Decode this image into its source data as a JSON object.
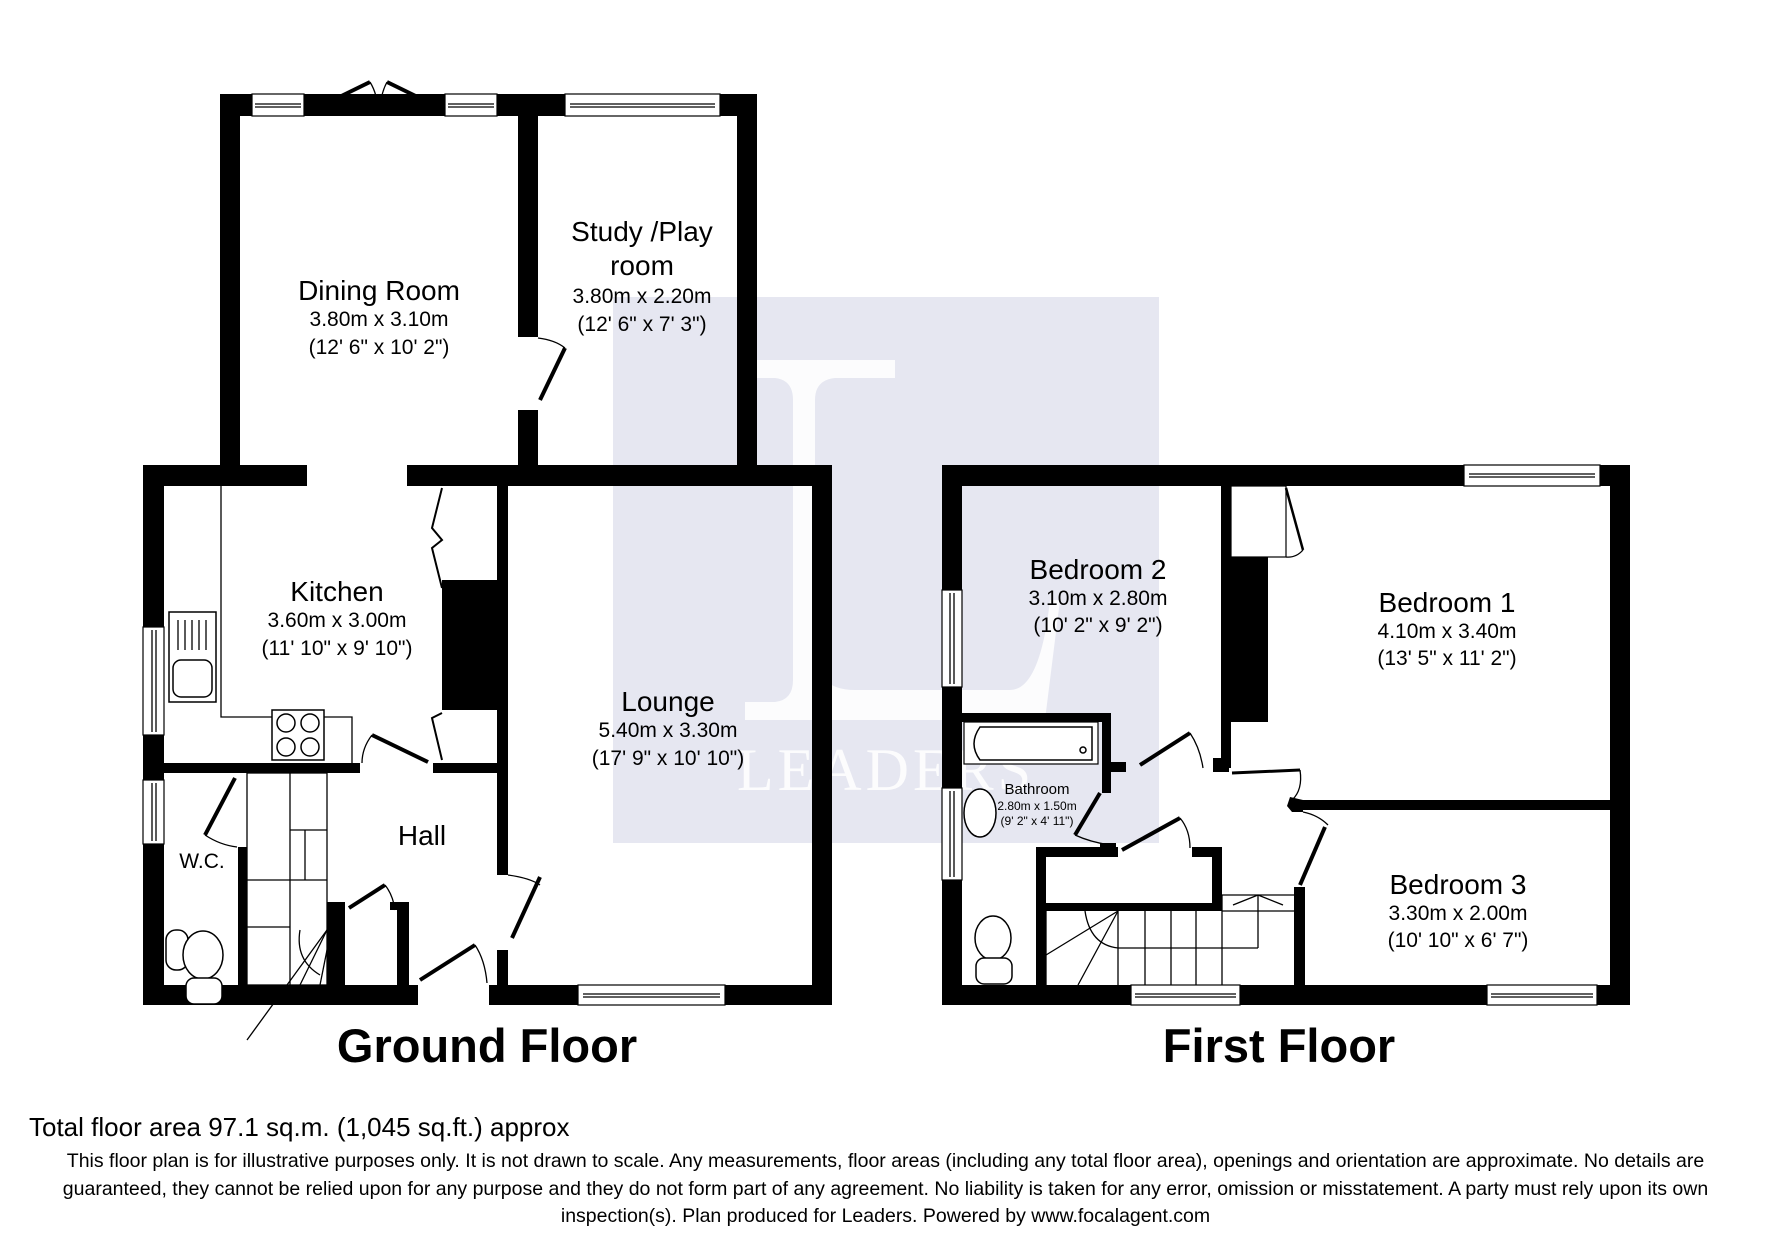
{
  "plan": {
    "watermark": {
      "letter": "L",
      "text": "LEADERS",
      "bg_color": "#e6e7f1"
    },
    "ground_floor": {
      "title": "Ground Floor",
      "rooms": [
        {
          "name": "Dining Room",
          "metric": "3.80m x 3.10m",
          "imperial": "(12' 6\" x 10' 2\")"
        },
        {
          "name": "Study /Play",
          "name_line2": "room",
          "metric": "3.80m x 2.20m",
          "imperial": "(12' 6\" x 7' 3\")"
        },
        {
          "name": "Kitchen",
          "metric": "3.60m x 3.00m",
          "imperial": "(11' 10\" x 9' 10\")"
        },
        {
          "name": "Lounge",
          "metric": "5.40m x 3.30m",
          "imperial": "(17' 9\" x 10' 10\")"
        },
        {
          "name": "Hall"
        },
        {
          "name": "W.C."
        }
      ]
    },
    "first_floor": {
      "title": "First Floor",
      "rooms": [
        {
          "name": "Bedroom 2",
          "metric": "3.10m x 2.80m",
          "imperial": "(10' 2\" x 9' 2\")"
        },
        {
          "name": "Bedroom 1",
          "metric": "4.10m x 3.40m",
          "imperial": "(13' 5\" x 11' 2\")"
        },
        {
          "name": "Bathroom",
          "metric": "2.80m x 1.50m",
          "imperial": "(9' 2\" x 4' 11\")"
        },
        {
          "name": "Bedroom 3",
          "metric": "3.30m x 2.00m",
          "imperial": "(10' 10\" x 6' 7\")"
        }
      ]
    }
  },
  "footer": {
    "total_area": "Total floor area 97.1 sq.m. (1,045 sq.ft.) approx",
    "disclaimer": "This floor plan is for illustrative purposes only. It is not drawn to scale. Any measurements, floor areas (including any total floor area), openings and orientation are approximate. No details are guaranteed, they cannot be relied upon for any purpose and they do not form part of any agreement. No liability is taken for any error, omission or misstatement. A party must rely upon its own inspection(s). Plan produced for Leaders. Powered by www.focalagent.com"
  }
}
